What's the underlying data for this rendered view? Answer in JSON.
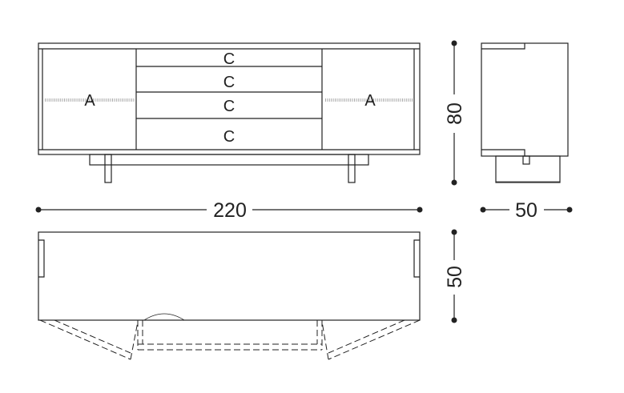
{
  "front_view": {
    "door_left_label": "A",
    "door_right_label": "A",
    "drawer_labels": [
      "C",
      "C",
      "C",
      "C"
    ]
  },
  "dimensions": {
    "height": "80",
    "width": "220",
    "depth_side": "50",
    "depth_top": "50"
  }
}
